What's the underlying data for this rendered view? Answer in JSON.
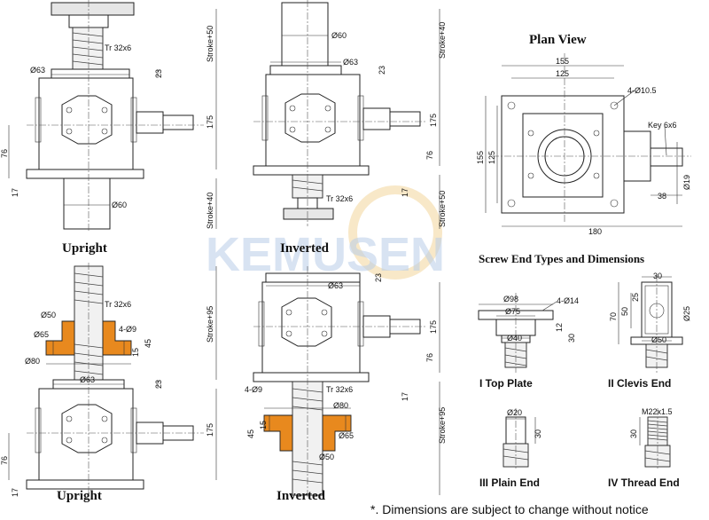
{
  "watermark": "KEMUSEN",
  "views": {
    "upright_top": {
      "caption": "Upright",
      "dims": {
        "thread": "Tr 32x6",
        "d1": "Ø63",
        "d2": "Ø60",
        "h23": "23",
        "h175": "175",
        "h76": "76",
        "h17": "17",
        "stroke_top": "Stroke+50",
        "stroke_bottom": "Stroke+40"
      }
    },
    "inverted_top": {
      "caption": "Inverted",
      "dims": {
        "thread": "Tr 32x6",
        "d1": "Ø60",
        "d2": "Ø63",
        "h23": "23",
        "h175": "175",
        "h76": "76",
        "h17": "17",
        "stroke_top": "Stroke+40",
        "stroke_bottom": "Stroke+50"
      }
    },
    "upright_bottom": {
      "caption": "Upright",
      "dims": {
        "thread": "Tr 32x6",
        "d50": "Ø50",
        "d65": "Ø65",
        "holes": "4-Ø9",
        "h45": "45",
        "h15": "15",
        "d80": "Ø80",
        "d63": "Ø63",
        "h23": "23",
        "h175": "175",
        "h76": "76",
        "h17": "17",
        "stroke": "Stroke+95"
      }
    },
    "inverted_bottom": {
      "caption": "Inverted",
      "dims": {
        "d63": "Ø63",
        "h23": "23",
        "h175": "175",
        "h76": "76",
        "h17": "17",
        "holes": "4-Ø9",
        "thread": "Tr 32x6",
        "d80": "Ø80",
        "h45": "45",
        "h15": "15",
        "d65": "Ø65",
        "d50": "Ø50",
        "stroke": "Stroke+95"
      }
    }
  },
  "plan_view": {
    "title": "Plan View",
    "dims": {
      "w155": "155",
      "w125": "125",
      "holes": "4-Ø10.5",
      "key": "Key 6x6",
      "h155": "155",
      "h125": "125",
      "d19": "Ø19",
      "l38": "38",
      "l180": "180"
    }
  },
  "screw_ends": {
    "title": "Screw End Types and Dimensions",
    "top_plate": {
      "label": "I  Top Plate",
      "d98": "Ø98",
      "holes": "4-Ø14",
      "d75": "Ø75",
      "h12": "12",
      "h30": "30",
      "d40": "Ø40"
    },
    "clevis_end": {
      "label": "II  Clevis End",
      "w30": "30",
      "h70": "70",
      "h50": "50",
      "h25": "25",
      "d25": "Ø25",
      "d50": "Ø50"
    },
    "plain_end": {
      "label": "III  Plain End",
      "d20": "Ø20",
      "h30": "30"
    },
    "thread_end": {
      "label": "IV  Thread End",
      "m": "M22x1.5",
      "h30": "30"
    }
  },
  "footnote": "*. Dimensions are subject to change without notice"
}
